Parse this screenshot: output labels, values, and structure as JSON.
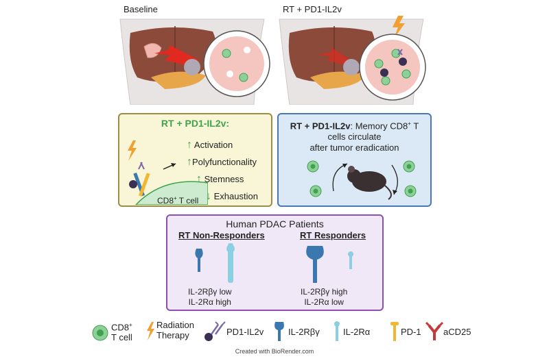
{
  "panels": {
    "baseline_label": "Baseline",
    "treated_label": "RT + PD1-IL2v"
  },
  "yellow_box": {
    "title": "RT + PD1-IL2v:",
    "effects": [
      {
        "dir": "up",
        "label": "Activation"
      },
      {
        "dir": "up",
        "label": "Polyfunctionality"
      },
      {
        "dir": "up",
        "label": "Stemness"
      },
      {
        "dir": "down",
        "label": "Exhaustion"
      }
    ],
    "cell_label": "CD8",
    "cell_label_sup": "+",
    "cell_label_tail": " T cell"
  },
  "blue_box": {
    "bold_part": "RT + PD1-IL2v",
    "line1_rest": ": Memory CD8",
    "line1_sup": "+",
    "line1_tail": " T",
    "line2": "cells circulate",
    "line3": "after tumor eradication"
  },
  "purple_box": {
    "title": "Human PDAC Patients",
    "left_heading": "RT Non-Responders",
    "right_heading": "RT Responders",
    "left_line1": "IL-2Rβγ low",
    "left_line2": "IL-2Rα high",
    "right_line1": "IL-2Rβγ high",
    "right_line2": "IL-2Rα low"
  },
  "legend": {
    "cd8_line1": "CD8",
    "cd8_sup": "+",
    "cd8_line2": "T cell",
    "radiation_line1": "Radiation",
    "radiation_line2": "Therapy",
    "pd1il2v": "PD1-IL2v",
    "il2rbg": "IL-2Rβγ",
    "il2ra": "IL-2Rα",
    "pd1": "PD-1",
    "acd25": "aCD25"
  },
  "footer": "Created with BioRender.com",
  "colors": {
    "cell_green": "#8fcf9a",
    "cell_green_core": "#3fa34d",
    "radiation_orange": "#f0a030",
    "pd1il2v_purple": "#7a6aa8",
    "il2rbg_blue": "#3c78b0",
    "il2ra_lightblue": "#8ccfe0",
    "pd1_yellow": "#f2b732",
    "acd25_red": "#c23a3a",
    "liver": "#8b4a3a",
    "tumor_pink": "#f3b7b0"
  }
}
